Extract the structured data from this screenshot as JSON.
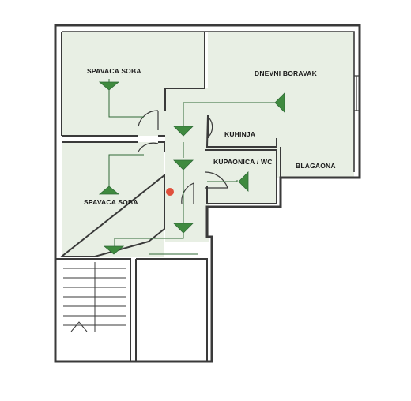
{
  "rooms": {
    "bedroom_top": "SPAVACA SOBA",
    "living_room": "DNEVNI BORAVAK",
    "kitchen": "KUHINJA",
    "bathroom": "KUPAONICA / WC",
    "pantry": "BLAGAONA",
    "bedroom_bottom": "SPAVACA SOBA"
  },
  "colors": {
    "wall": "#3a3a3a",
    "room_fill": "#e8efe4",
    "room_fill_dark": "#dfe8da",
    "wiring": "#2f6a36",
    "marker": "#3f8a3f",
    "outlet": "#e0503c"
  }
}
